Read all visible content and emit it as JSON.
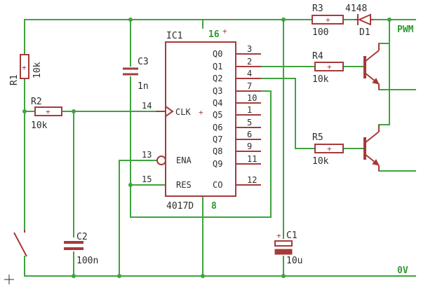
{
  "ic": {
    "name": "IC1",
    "type": "4017D",
    "supply_pin": "16",
    "ground_pin": "8",
    "outputs": [
      {
        "label": "Q0",
        "pin": "3"
      },
      {
        "label": "Q1",
        "pin": "2"
      },
      {
        "label": "Q2",
        "pin": "4"
      },
      {
        "label": "Q3",
        "pin": "7"
      },
      {
        "label": "Q4",
        "pin": "10"
      },
      {
        "label": "Q5",
        "pin": "1"
      },
      {
        "label": "Q6",
        "pin": "5"
      },
      {
        "label": "Q7",
        "pin": "6"
      },
      {
        "label": "Q8",
        "pin": "9"
      },
      {
        "label": "Q9",
        "pin": "11"
      },
      {
        "label": "CO",
        "pin": "12"
      }
    ],
    "inputs": [
      {
        "label": "CLK",
        "pin": "14"
      },
      {
        "label": "ENA",
        "pin": "13"
      },
      {
        "label": "RES",
        "pin": "15"
      }
    ]
  },
  "components": {
    "r1": {
      "name": "R1",
      "value": "10k"
    },
    "r2": {
      "name": "R2",
      "value": "10k"
    },
    "r3": {
      "name": "R3",
      "value": "100"
    },
    "r4": {
      "name": "R4",
      "value": "10k"
    },
    "r5": {
      "name": "R5",
      "value": "10k"
    },
    "c1": {
      "name": "C1",
      "value": "10u"
    },
    "c2": {
      "name": "C2",
      "value": "100n"
    },
    "c3": {
      "name": "C3",
      "value": "1n"
    },
    "d1": {
      "name": "D1",
      "value": "4148"
    }
  },
  "nets": {
    "pwm": "PWM",
    "gnd": "0V"
  },
  "colors": {
    "wire": "#3fa33f",
    "part": "#a63a3a",
    "text": "#2d2d2d"
  }
}
